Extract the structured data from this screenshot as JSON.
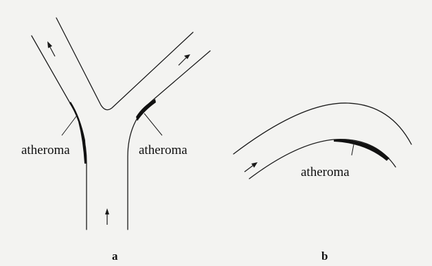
{
  "panels": [
    {
      "id": "a",
      "label": "a",
      "annotations": [
        "atheroma",
        "atheroma"
      ]
    },
    {
      "id": "b",
      "label": "b",
      "annotations": [
        "atheroma"
      ]
    }
  ]
}
